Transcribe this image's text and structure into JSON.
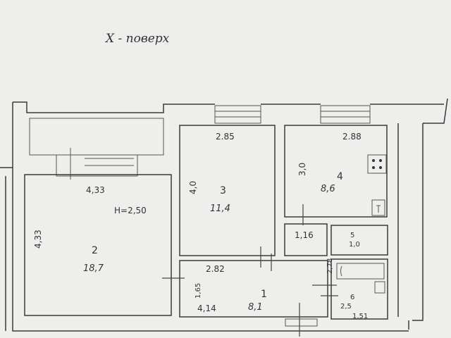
{
  "plan": {
    "title": "Х - поверх",
    "ceiling_height": "Н=2,50",
    "rooms": [
      {
        "number": "1",
        "area": "8,1"
      },
      {
        "number": "2",
        "area": "18,7"
      },
      {
        "number": "3",
        "area": "11,4"
      },
      {
        "number": "4",
        "area": "8,6"
      },
      {
        "number": "5",
        "area": "1,0"
      },
      {
        "number": "6",
        "area": "2,5"
      }
    ],
    "dimensions": {
      "room2_top": "4,33",
      "room2_side": "4,33",
      "room3_top": "2.85",
      "room3_side": "4,0",
      "room4_top": "2.88",
      "room4_side": "3,0",
      "room1_top": "2.82",
      "room1_bottom": "4,14",
      "room1_side": "1,65",
      "hall_small": "1,16",
      "corridor_side": "2,78",
      "room6_bottom": "1,51"
    }
  }
}
